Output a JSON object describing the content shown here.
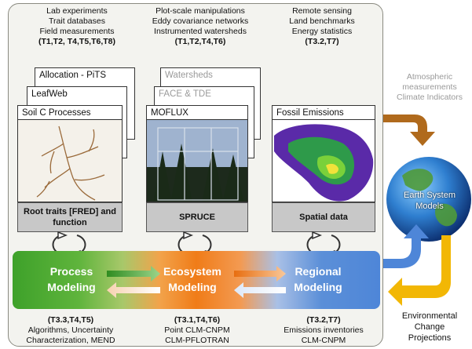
{
  "columns": [
    {
      "sources": [
        "Lab experiments",
        "Trait databases",
        "Field measurements"
      ],
      "tags": "(T1,T2, T4,T5,T6,T8)",
      "cards": [
        "Allocation - PiTS",
        "LeafWeb",
        "Soil C Processes"
      ],
      "label": "Root traits [FRED] and function",
      "model": "Process Modeling",
      "bottom_tags": "(T3.3,T4,T5)",
      "bottom_lines": [
        "Algorithms, Uncertainty",
        "Characterization, MEND"
      ]
    },
    {
      "sources": [
        "Plot-scale manipulations",
        "Eddy covariance networks",
        "Instrumented watersheds"
      ],
      "tags": "(T1,T2,T4,T6)",
      "cards": [
        "Watersheds",
        "FACE & TDE",
        "MOFLUX"
      ],
      "label": "SPRUCE",
      "model": "Ecosystem Modeling",
      "bottom_tags": "(T3.1,T4,T6)",
      "bottom_lines": [
        "Point CLM-CNPM",
        "CLM-PFLOTRAN"
      ]
    },
    {
      "sources": [
        "Remote sensing",
        "Land benchmarks",
        "Energy statistics"
      ],
      "tags": "(T3.2,T7)",
      "cards": [
        "Fossil Emissions"
      ],
      "label": "Spatial data",
      "model": "Regional Modeling",
      "bottom_tags": "(T3.2,T7)",
      "bottom_lines": [
        "Emissions inventories",
        "CLM-CNPM"
      ]
    }
  ],
  "right": {
    "atmos": [
      "Atmospheric",
      "measurements",
      "Climate Indicators"
    ],
    "earth": [
      "Earth System",
      "Models"
    ],
    "env": [
      "Environmental",
      "Change",
      "Projections"
    ]
  },
  "colors": {
    "green": "#3ea12a",
    "orange": "#f07c18",
    "blue": "#4e86d8",
    "brown": "#b06a1c",
    "yellow": "#f2b705"
  }
}
